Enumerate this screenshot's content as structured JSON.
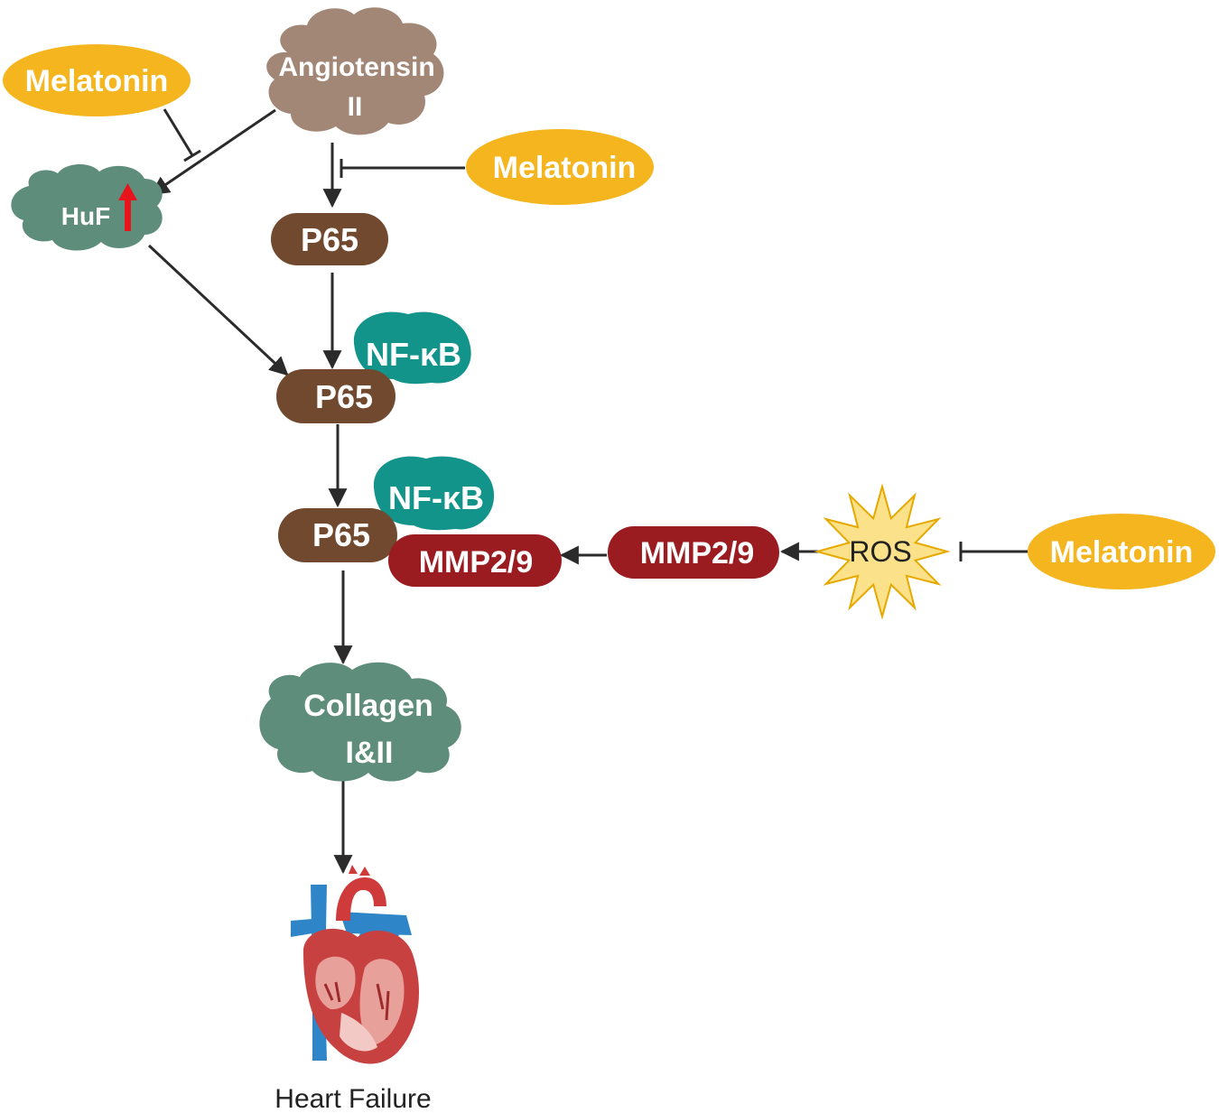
{
  "nodes": {
    "angiotensin": {
      "line1": "Angiotensin",
      "line2": "II"
    },
    "melatonin_1": "Melatonin",
    "melatonin_2": "Melatonin",
    "melatonin_3": "Melatonin",
    "huf": "HuF",
    "p65_1": "P65",
    "p65_2": "P65",
    "p65_3": "P65",
    "nfkb_1": "NF-κB",
    "nfkb_2": "NF-κB",
    "mmp_bound": "MMP2/9",
    "mmp_free": "MMP2/9",
    "ros": "ROS",
    "collagen": {
      "line1": "Collagen",
      "line2": "I&II"
    },
    "heart_failure": "Heart Failure"
  },
  "colors": {
    "melatonin": "#f5b51e",
    "angiotensin_cloud": "#a28676",
    "teal_cloud": "#5e8d7c",
    "p65": "#70492f",
    "nfkb": "#12948a",
    "mmp": "#9b1c20",
    "ros_star": "#fbe28a",
    "arrow": "#2b2b2b",
    "up_arrow": "#e8141b"
  },
  "icons": {
    "huf_up": "up-arrow-icon",
    "heart": "heart-anatomy-icon"
  }
}
